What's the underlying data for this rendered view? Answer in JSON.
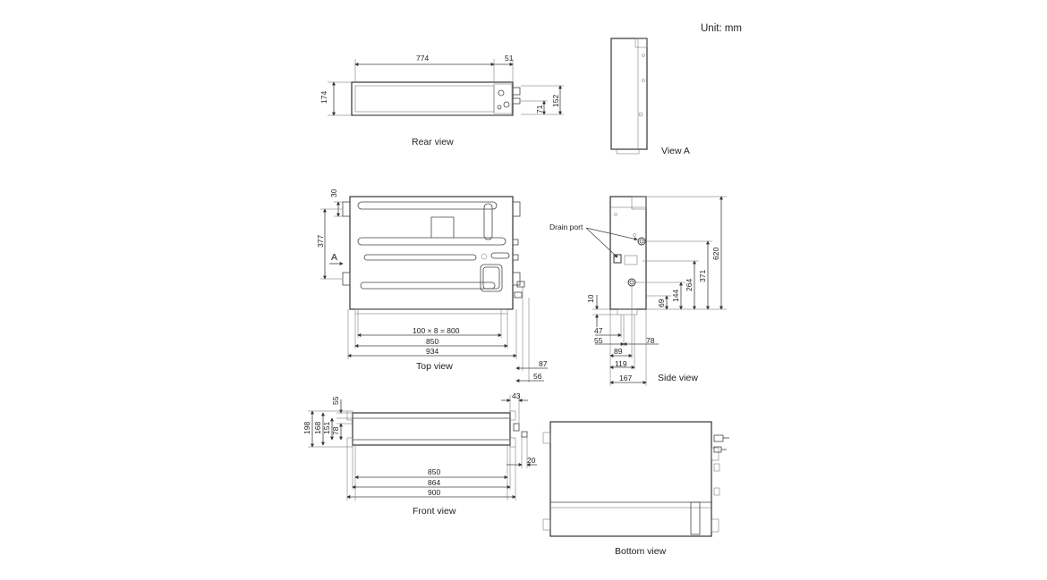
{
  "unit": "Unit: mm",
  "views": {
    "rear": "Rear view",
    "viewA": "View A",
    "top": "Top view",
    "side": "Side view",
    "front": "Front view",
    "bottom": "Bottom view"
  },
  "callouts": {
    "drain_port": "Drain port",
    "arrow_a": "A"
  },
  "dims": {
    "rear": {
      "width": "774",
      "pipe": "51",
      "height": "174",
      "right_h": "152",
      "pipe_h": "71"
    },
    "top": {
      "d30": "30",
      "d377": "377",
      "pitch": "100 × 8 = 800",
      "d850": "850",
      "d934": "934",
      "d87": "87",
      "d56": "56"
    },
    "side": {
      "d620": "620",
      "d371": "371",
      "d264": "264",
      "d144": "144",
      "d69": "69",
      "d10": "10",
      "d47": "47",
      "d55": "55",
      "d78": "78",
      "d89": "89",
      "d119": "119",
      "d167": "167"
    },
    "front": {
      "d55": "55",
      "d43": "43",
      "d198": "198",
      "d168": "168",
      "d151": "151",
      "d78": "78",
      "d850": "850",
      "d864": "864",
      "d900": "900",
      "d20": "20"
    }
  }
}
